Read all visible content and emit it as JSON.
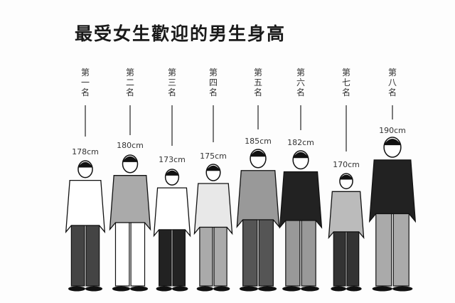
{
  "title": "最受女生歡迎的男生身高",
  "entries": [
    {
      "rank": "第一名",
      "height": "178cm"
    },
    {
      "rank": "第二名",
      "height": "180cm"
    },
    {
      "rank": "第三名",
      "height": "173cm"
    },
    {
      "rank": "第四名",
      "height": "175cm"
    },
    {
      "rank": "第五名",
      "height": "185cm"
    },
    {
      "rank": "第六名",
      "height": "182cm"
    },
    {
      "rank": "第七名",
      "height": "170cm"
    },
    {
      "rank": "第八名",
      "height": "190cm"
    }
  ],
  "colors": {
    "ink": "#1a1a1a",
    "gray": "#9a9a9a",
    "dark": "#2a2a2a"
  }
}
